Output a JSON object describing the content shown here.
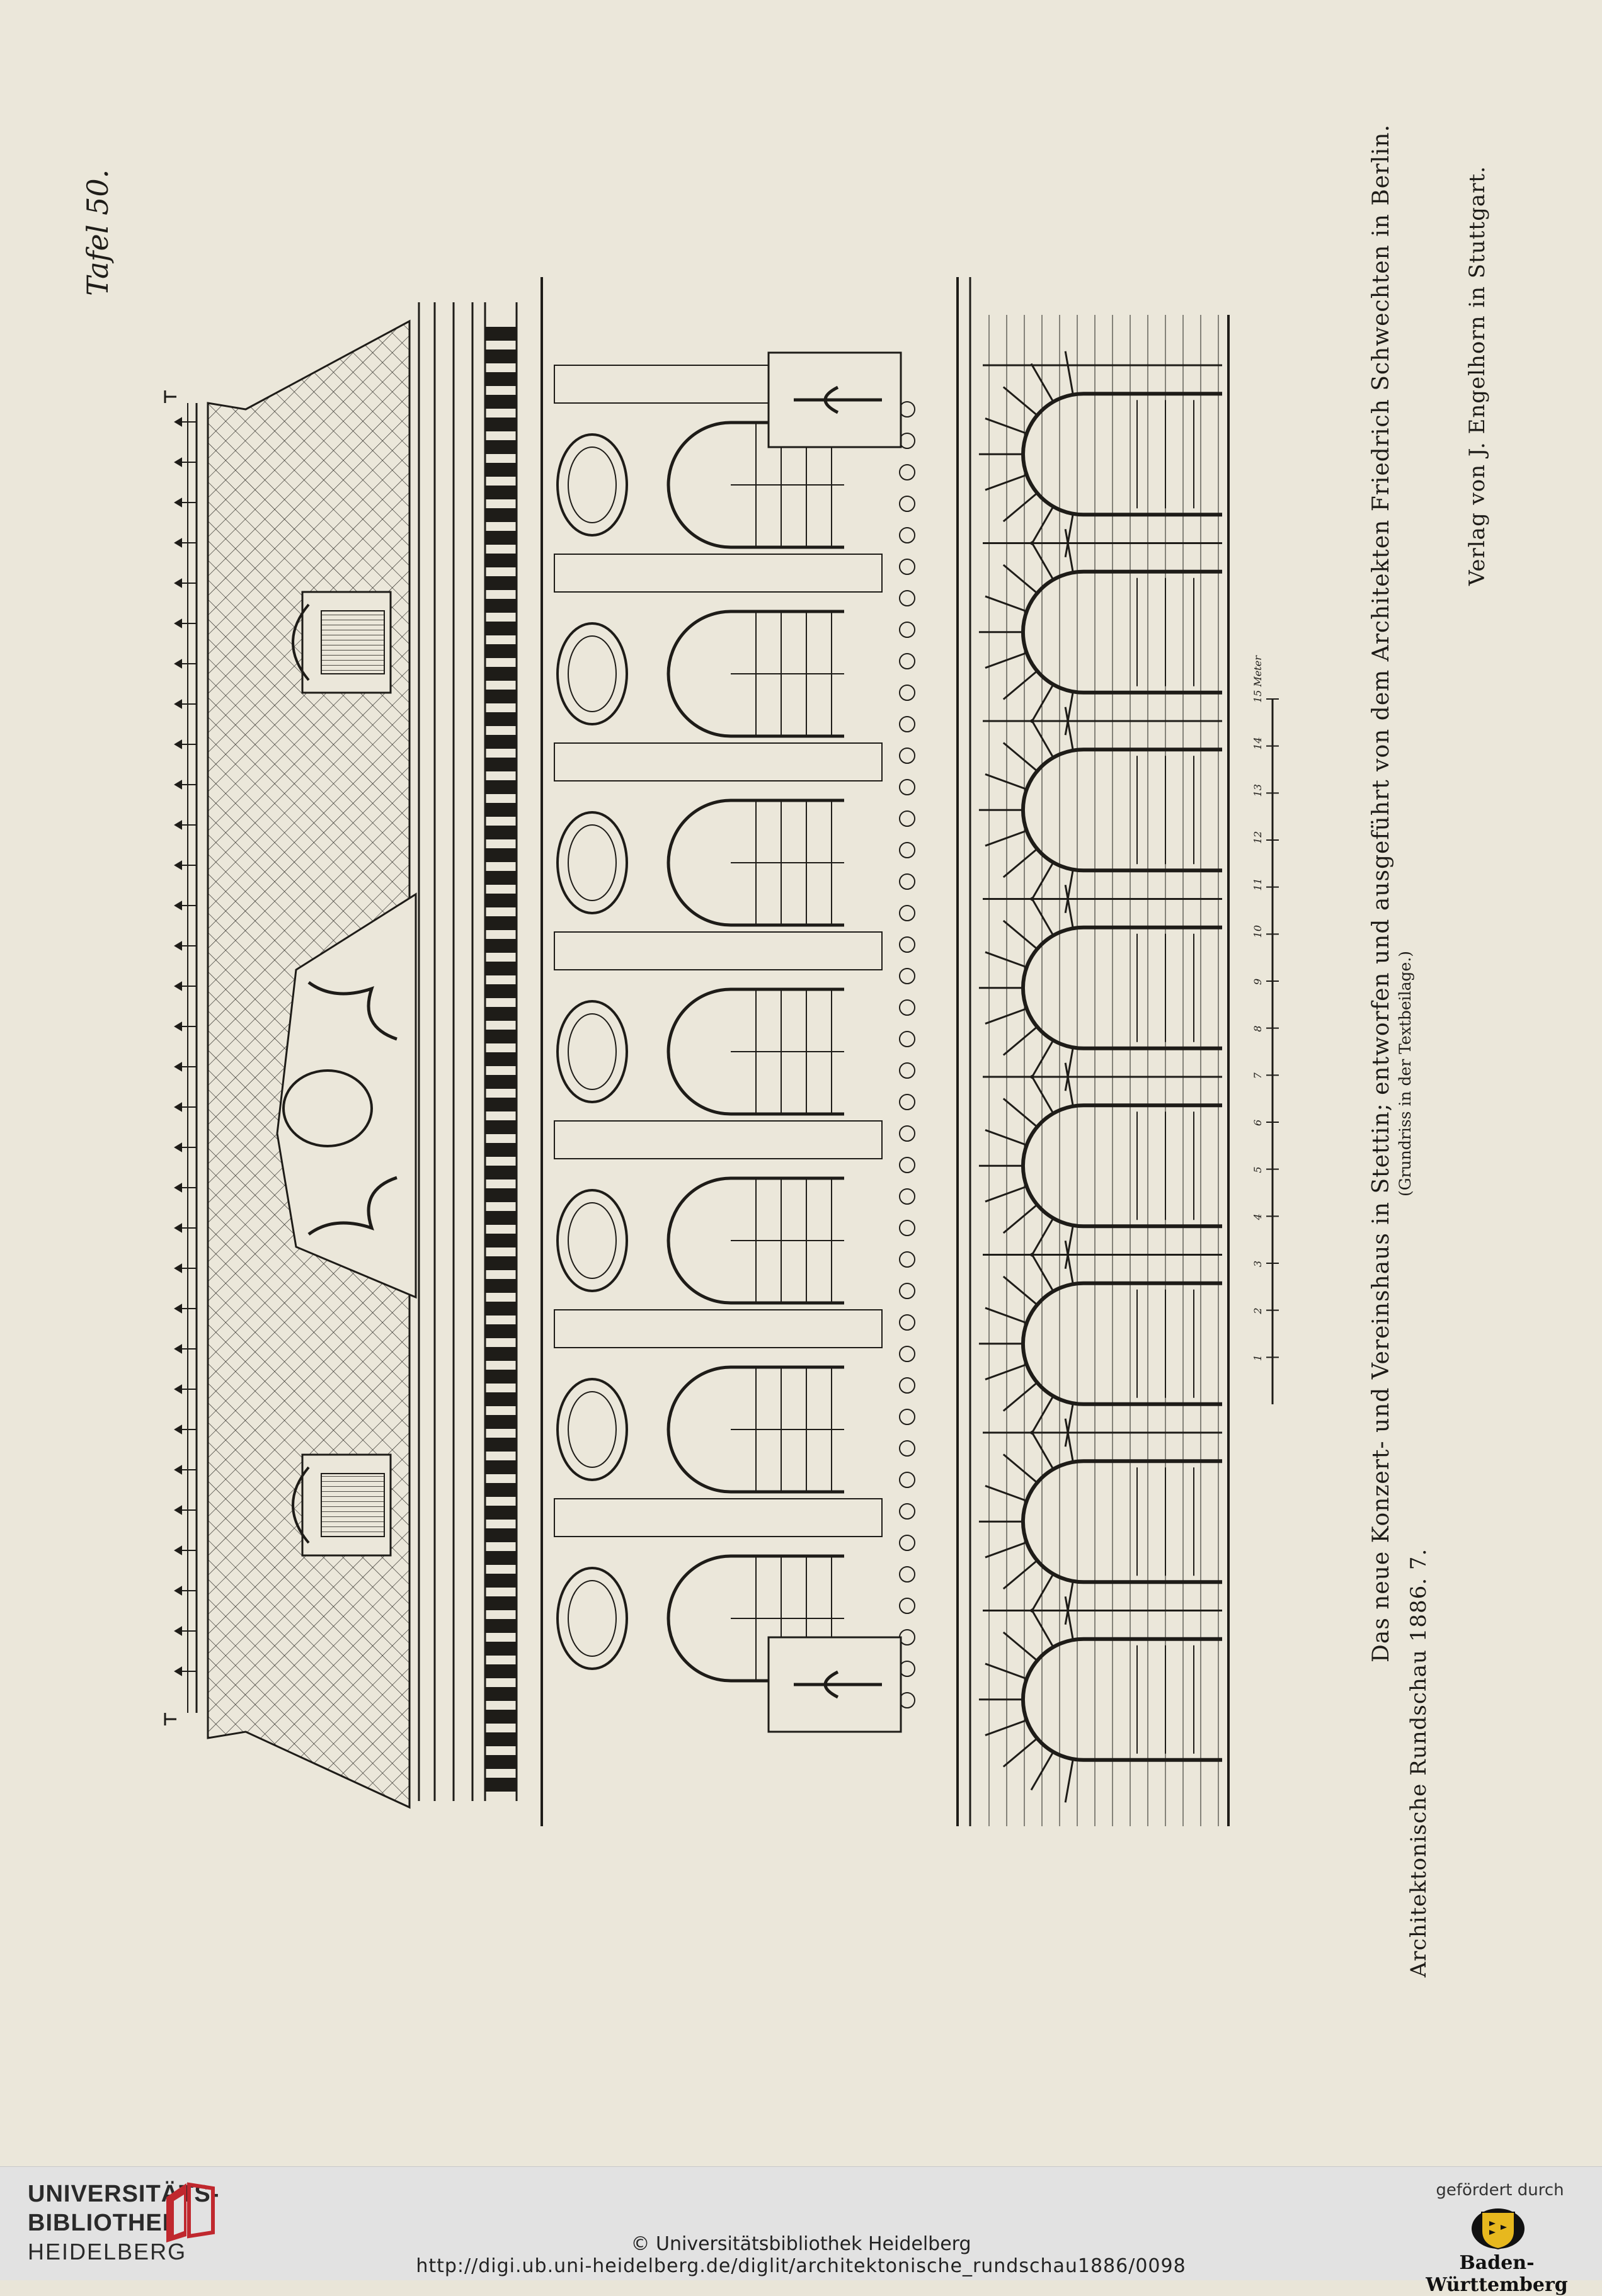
{
  "plate": {
    "number": "Tafel 50.",
    "title": "Das neue Konzert- und Vereinshaus in Stettin; entworfen und ausgeführt von dem Architekten Friedrich Schwechten in Berlin.",
    "subtitle": "(Grundriss in der Textbeilage.)",
    "publisher": "Verlag von J. Engelhorn in Stuttgart.",
    "journal": "Architektonische Rundschau 1886. 7."
  },
  "drawing": {
    "description_icon": "facade-elevation",
    "scale_labels": [
      "1",
      "2",
      "3",
      "4",
      "5",
      "6",
      "7",
      "8",
      "9",
      "10",
      "11",
      "12",
      "13",
      "14",
      "15 Meter"
    ],
    "window_bays": 7
  },
  "footer": {
    "library_line1": "UNIVERSITÄTS-",
    "library_line2": "BIBLIOTHEK",
    "library_line3": "HEIDELBERG",
    "copyright": "© Universitätsbibliothek Heidelberg",
    "url": "http://digi.ub.uni-heidelberg.de/diglit/architektonische_rundschau1886/0098",
    "funded_by": "gefördert durch",
    "funder": "Baden-Württemberg"
  },
  "colors": {
    "paper": "#ebe7da",
    "ink": "#1e1c18",
    "footer_bg": "#e2e2e2",
    "ub_red": "#c0282e",
    "bw_gold": "#e7b81e"
  }
}
